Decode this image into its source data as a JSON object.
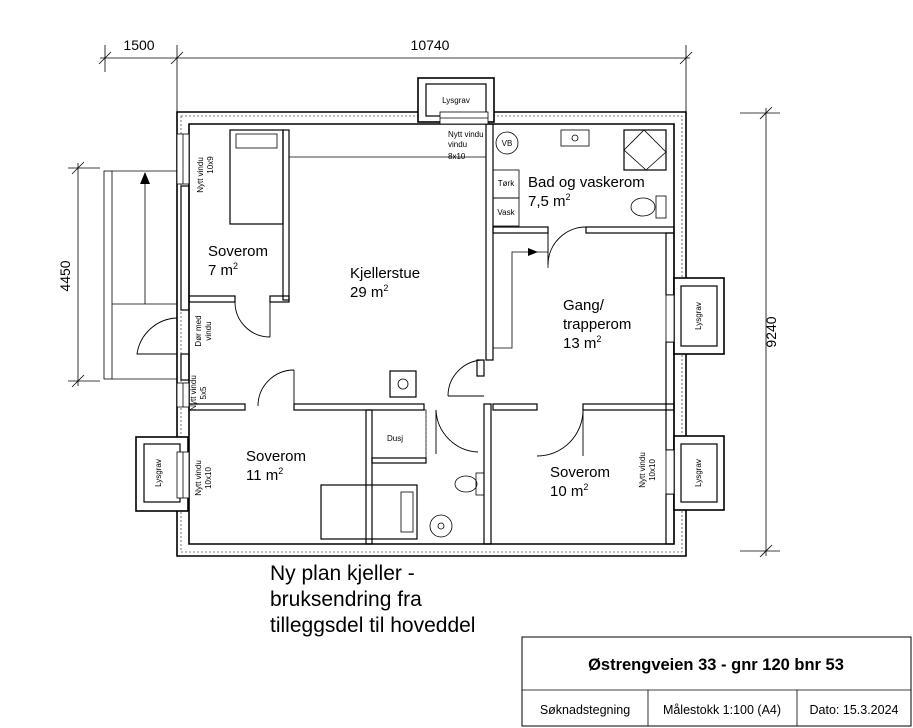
{
  "dimensions": {
    "top_left": "1500",
    "top_main": "10740",
    "left": "4450",
    "right": "9240"
  },
  "rooms": {
    "soverom_7": {
      "name": "Soverom",
      "area": "7 m",
      "sup": "2"
    },
    "kjellerstue": {
      "name": "Kjellerstue",
      "area": "29 m",
      "sup": "2"
    },
    "bad": {
      "name": "Bad og vaskerom",
      "area": "7,5 m",
      "sup": "2"
    },
    "gang": {
      "name1": "Gang/",
      "name2": "trapperom",
      "area": "13 m",
      "sup": "2"
    },
    "soverom_11": {
      "name": "Soverom",
      "area": "11 m",
      "sup": "2"
    },
    "soverom_10": {
      "name": "Soverom",
      "area": "10 m",
      "sup": "2"
    }
  },
  "labels": {
    "lysgrav": "Lysgrav",
    "nytt_vindu": "Nytt vindu",
    "size_8x10": "8x10",
    "size_10x9": "10x9",
    "size_5x5": "5x5",
    "size_10x10": "10x10",
    "dor_med": "Dør med",
    "vindu": "vindu",
    "vb": "VB",
    "tork": "Tørk",
    "vask": "Vask",
    "dusj": "Dusj"
  },
  "plan_title": {
    "line1": "Ny plan kjeller -",
    "line2": "bruksendring fra",
    "line3": "tilleggsdel til hoveddel"
  },
  "title_block": {
    "address": "Østrengveien 33 - gnr 120 bnr 53",
    "type": "Søknadstegning",
    "scale": "Målestokk 1:100 (A4)",
    "date": "Dato: 15.3.2024"
  }
}
